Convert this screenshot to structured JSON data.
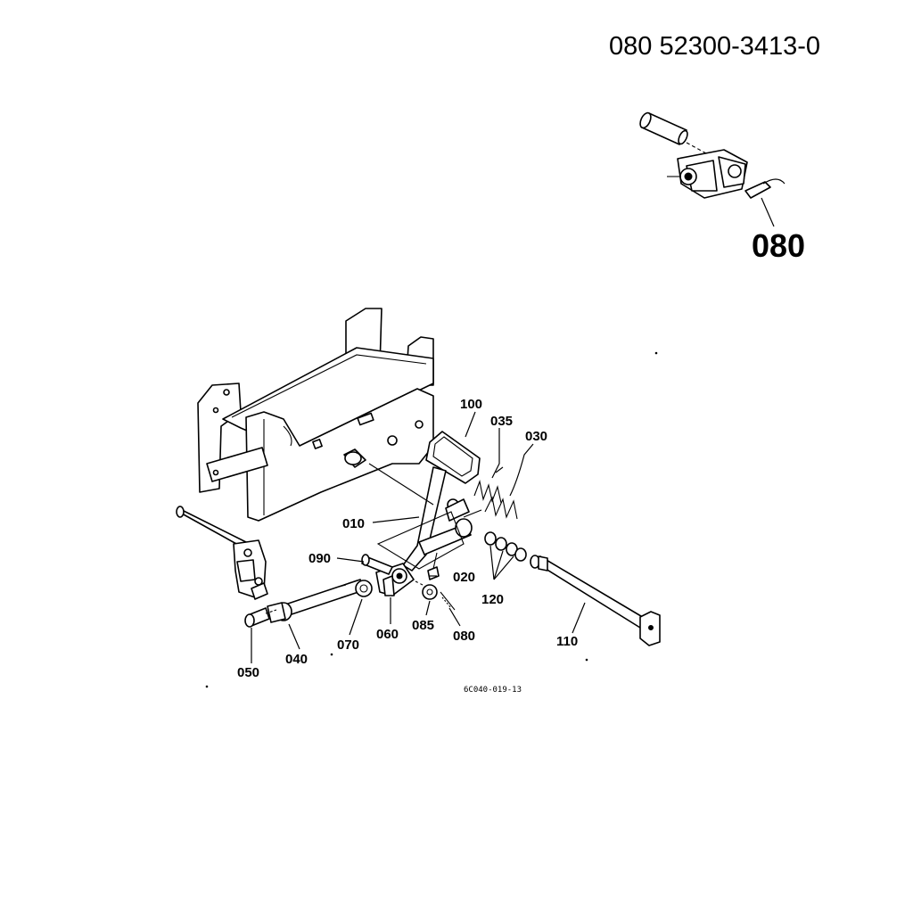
{
  "header": {
    "code": "080 52300-3413-0"
  },
  "inset": {
    "callout": "080"
  },
  "reference_code": "6C040-019-13",
  "labels": {
    "p010": "010",
    "p020": "020",
    "p030": "030",
    "p035": "035",
    "p040": "040",
    "p050": "050",
    "p060": "060",
    "p070": "070",
    "p080": "080",
    "p085": "085",
    "p090": "090",
    "p100": "100",
    "p110": "110",
    "p120": "120"
  }
}
